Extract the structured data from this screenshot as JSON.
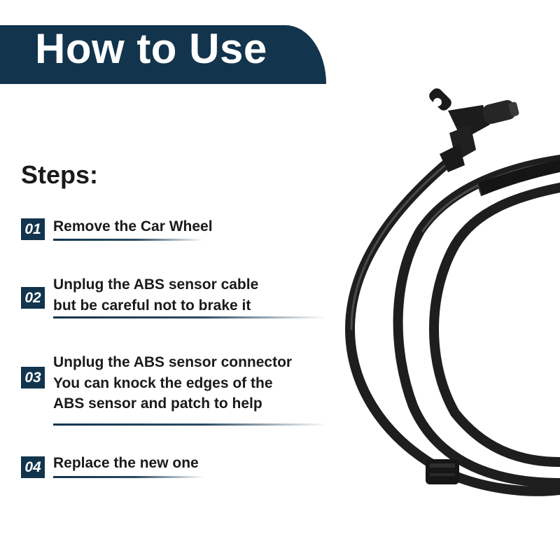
{
  "header": {
    "title": "How to Use"
  },
  "steps_heading": "Steps:",
  "steps": [
    {
      "number": "01",
      "lines": [
        "Remove the Car Wheel"
      ]
    },
    {
      "number": "02",
      "lines": [
        "Unplug the ABS sensor cable",
        "but be careful not to brake it"
      ]
    },
    {
      "number": "03",
      "lines": [
        "Unplug the ABS sensor connector",
        "You can knock the edges of the",
        "ABS sensor and patch to help"
      ]
    },
    {
      "number": "04",
      "lines": [
        "Replace the new one"
      ]
    }
  ],
  "colors": {
    "accent": "#12344d",
    "text": "#1a1a1a",
    "cable": "#1e1e1e"
  }
}
